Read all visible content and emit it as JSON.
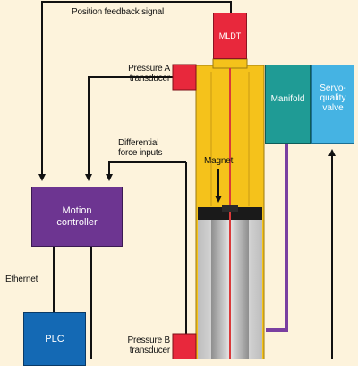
{
  "diagram": {
    "labels": {
      "position_feedback": "Position feedback signal",
      "pressure_a": "Pressure A\ntransducer",
      "pressure_b": "Pressure B\ntransducer",
      "differential": "Differential\nforce inputs",
      "magnet": "Magnet",
      "ethernet": "Ethernet"
    },
    "blocks": {
      "mldt": "MLDT",
      "manifold": "Manifold",
      "servo_valve": "Servo-\nquality\nvalve",
      "motion_controller": "Motion\ncontroller",
      "plc": "PLC"
    },
    "colors": {
      "background": "#fdf3dc",
      "cylinder": "#f5c21b",
      "rod": "#b9b9b9",
      "transducer": "#e8283c",
      "manifold": "#1f9b95",
      "servo_valve": "#45b3e3",
      "motion_controller": "#6d3591",
      "plc": "#1469b4",
      "hydraulic_line": "#7a3fa0",
      "signal_line": "#111111"
    }
  }
}
